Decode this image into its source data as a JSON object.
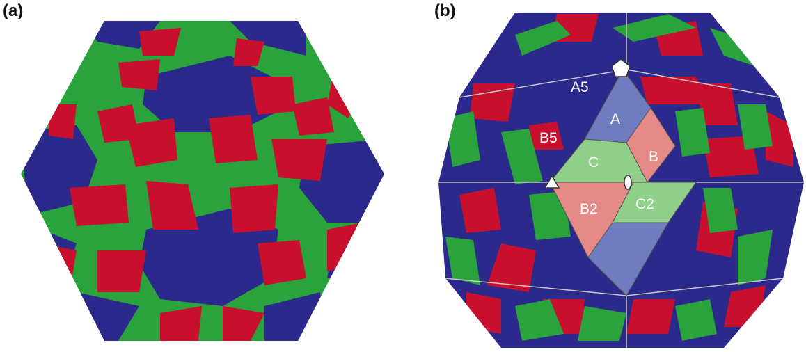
{
  "panels": {
    "a": {
      "label": "(a)"
    },
    "b": {
      "label": "(b)"
    }
  },
  "colors": {
    "blue": "#2b2a8c",
    "red": "#c8102e",
    "green": "#2aa33c",
    "light_blue": "#6f7cc0",
    "light_red": "#e58a86",
    "light_green": "#8fcf8a",
    "edge": "#c8c8c8"
  },
  "subunit_labels": {
    "A5": "A5",
    "A": "A",
    "B5": "B5",
    "C": "C",
    "B": "B",
    "B2": "B2",
    "C2": "C2"
  },
  "symmetry_symbols": [
    "pentagon-icon",
    "triangle-icon",
    "ellipse-icon"
  ]
}
